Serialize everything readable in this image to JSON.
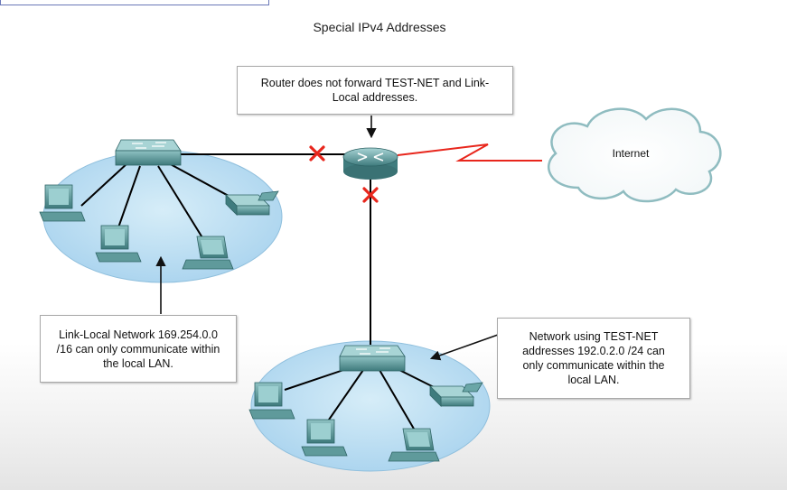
{
  "title": "Special IPv4 Addresses",
  "callouts": {
    "router_note": "Router does not forward TEST-NET and Link-Local addresses.",
    "link_local_note": "Link-Local Network 169.254.0.0 /16 can only communicate within the local LAN.",
    "testnet_note": "Network using TEST-NET addresses 192.0.2.0 /24 can only communicate within the local LAN."
  },
  "cloud": {
    "label": "Internet"
  },
  "icons": {
    "router": "router-icon",
    "switch": "switch-icon",
    "desktop": "desktop-computer-icon",
    "laptop": "laptop-icon",
    "printer": "printer-icon",
    "blocked": "red-x-icon",
    "wan_link": "serial-link-lightning-icon",
    "cloud": "cloud-icon"
  },
  "colors": {
    "lan_ellipse": "#bfe0f3",
    "device": "#4f8c8e",
    "blocked_mark": "#e8261c",
    "wan_link": "#e8261c"
  }
}
